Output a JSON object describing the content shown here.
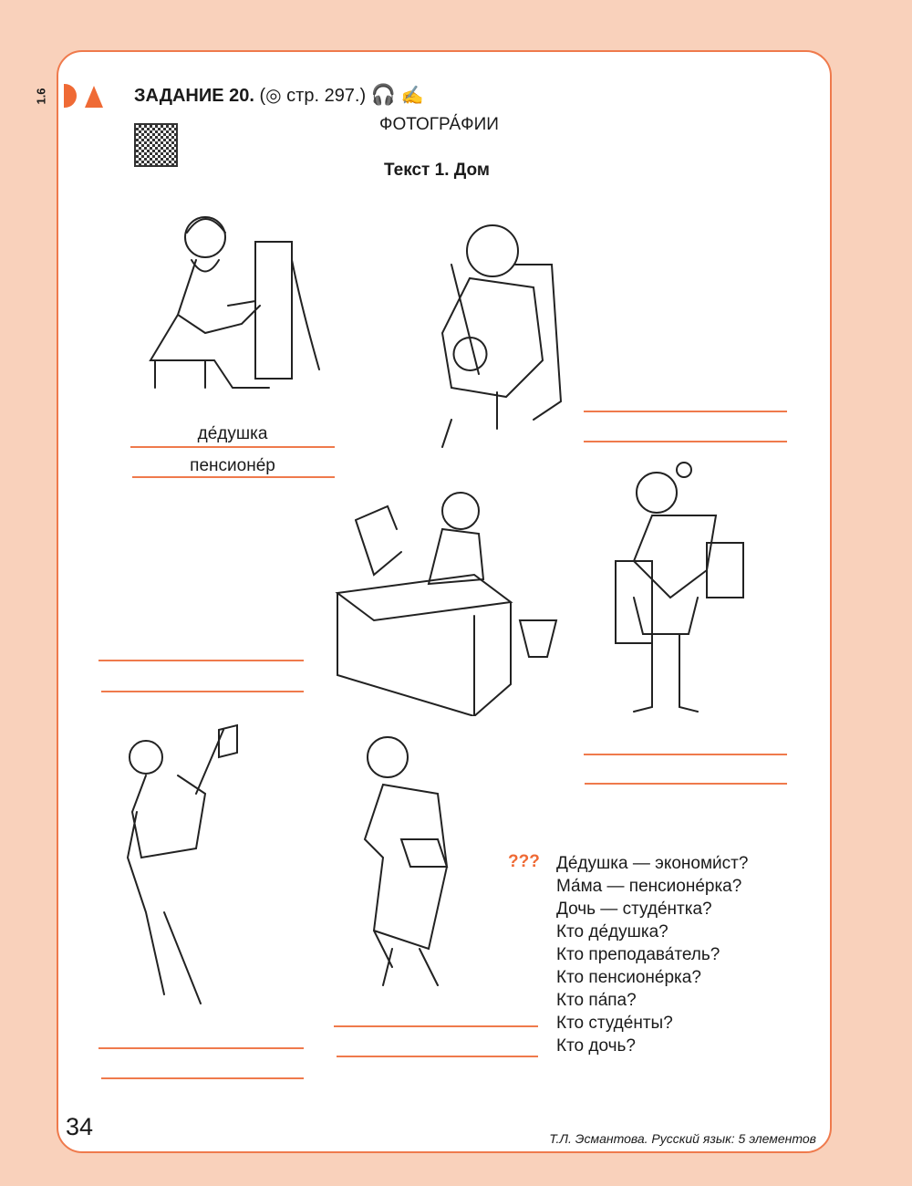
{
  "sidebar_label": "1.6",
  "header": {
    "task": "ЗАДАНИЕ 20.",
    "ref": "(◎ стр. 297.)",
    "title": "ФОТОГРА́ФИИ",
    "subtitle": "Текст 1. Дом"
  },
  "icons": [
    "headphones-icon",
    "writing-hand-icon",
    "qr-code"
  ],
  "illustrations": {
    "grandpa": {
      "answers": [
        "де́душка",
        "пенсионе́р"
      ]
    },
    "grandma": {
      "answers": [
        "",
        ""
      ]
    },
    "desk_person": {
      "answers": [
        "",
        ""
      ]
    },
    "young_woman": {
      "answers": [
        "",
        ""
      ]
    },
    "man_phone": {
      "answers": [
        "",
        ""
      ]
    },
    "woman_papers": {
      "answers": [
        "",
        ""
      ]
    }
  },
  "questions": {
    "marker": "???",
    "items": [
      "Де́душка — экономи́ст?",
      "Ма́ма — пенсионе́рка?",
      "Дочь — студе́нтка?",
      "Кто де́душка?",
      "Кто преподава́тель?",
      "Кто пенсионе́рка?",
      "Кто па́па?",
      "Кто студе́нты?",
      "Кто дочь?"
    ]
  },
  "footer": {
    "page": "34",
    "book": "Т.Л. Эсмантова. Русский язык: 5 элементов"
  },
  "colors": {
    "accent": "#ef7a4c",
    "background": "#f9d1bb"
  }
}
